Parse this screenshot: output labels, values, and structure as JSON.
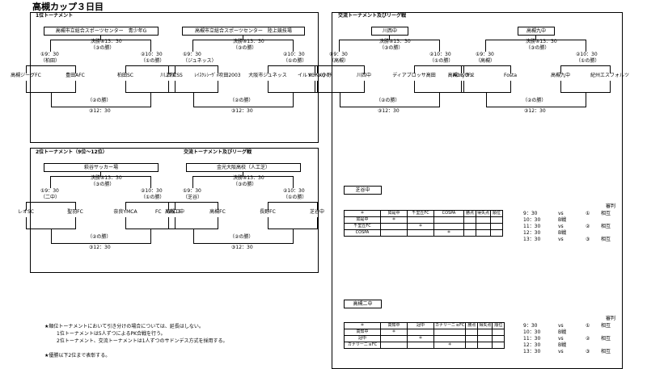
{
  "title": "高槻カップ３日目",
  "t1": {
    "heading": "1位トーナメント",
    "left": {
      "venue": "高槻市立総合スポーツセンター　青少年G",
      "final": "決勝④13：30",
      "final_sub": "（③の勝）",
      "m1_time": "①9：30",
      "m1_field": "（柏田）",
      "m2_time": "②10：30",
      "m2_field": "（①の勝）",
      "teams": [
        "高槻ジーグFC",
        "豊田AFC",
        "柏田SC",
        "西宮SS"
      ],
      "m3": "（②の勝）",
      "m3_time": "③12：30"
    },
    "right": {
      "venue": "高槻市立総合スポーツセンター　陸上競技場",
      "final": "決勝④13：30",
      "final_sub": "（③の勝）",
      "m1_time": "①9：30",
      "m1_field": "（ジュネッス）",
      "m2_time": "②10：30",
      "m2_field": "（①の勝）",
      "teams": [
        "川上FC",
        "ﾚｲｽｸﾚｼｰｳﾞｫ吹田2003",
        "大阪市ジュネッス",
        "KONKO"
      ],
      "m3": "（②の勝）",
      "m3_time": "③12：30"
    }
  },
  "t2": {
    "heading": "2位トーナメント（9位〜12位）",
    "heading2": "交流トーナメント及びリーグ戦",
    "left": {
      "venue": "萩谷サッカー場",
      "final": "決勝④13：30",
      "final_sub": "（③の勝）",
      "m1_time": "①9：30",
      "m1_field": "（二中）",
      "m2_time": "②10：30",
      "m2_field": "（①の勝）",
      "teams": [
        "レオSC",
        "聖羽FC",
        "奈良YMCA",
        "高槻二中"
      ],
      "m3": "（②の勝）",
      "m3_time": "③12：30"
    },
    "right": {
      "venue": "金光大阪高校（人工芝）",
      "final": "決勝④13：30",
      "final_sub": "（③の勝）",
      "m1_time": "①9：30",
      "m1_field": "（芝谷）",
      "m2_time": "②10：30",
      "m2_field": "（①の勝）",
      "teams": [
        "FC　LESTE",
        "高槻FC",
        "長野FC",
        "芝谷中"
      ],
      "m3": "（②の勝）",
      "m3_time": "③12：30"
    }
  },
  "t3": {
    "heading": "交流トーナメント及びリーグ戦",
    "left": {
      "venue": "川西中",
      "final": "決勝④13：30",
      "final_sub": "（③の勝）",
      "m1_time": "①9：30",
      "m1_field": "（高槻）",
      "m2_time": "②10：30",
      "m2_field": "（①の勝）",
      "teams": [
        "イルソーレ小野",
        "川西中",
        "ディアブロッサ高田",
        "ACミラン"
      ],
      "m3": "（②の勝）",
      "m3_time": "③12：30"
    },
    "right": {
      "venue": "高槻九中",
      "final": "決勝④13：30",
      "final_sub": "（③の勝）",
      "m1_time": "①9：30",
      "m1_field": "（高槻）",
      "m2_time": "②10：30",
      "m2_field": "（①の勝）",
      "teams": [
        "高槻mydFC",
        "Fosta",
        "高槻九中",
        "紀州エスフォルツ"
      ],
      "m3": "（②の勝）",
      "m3_time": "③12：30"
    }
  },
  "league1": {
    "venue": "芝谷中",
    "headers": [
      "＊",
      "如是中",
      "千里丘FC",
      "COSPA",
      "勝点",
      "得失点",
      "順位"
    ],
    "rows": [
      [
        "如是中",
        "＊",
        "",
        "",
        "",
        "",
        ""
      ],
      [
        "千里丘FC",
        "",
        "＊",
        "",
        "",
        "",
        ""
      ],
      [
        "COSPA",
        "",
        "",
        "＊",
        "",
        "",
        ""
      ]
    ],
    "ref_header": "審判",
    "schedule": [
      {
        "time": "9：30",
        "vs": "vs",
        "num": "①",
        "ref": "相互"
      },
      {
        "time": "10：30",
        "vs": "B戦",
        "num": "",
        "ref": ""
      },
      {
        "time": "11：30",
        "vs": "vs",
        "num": "②",
        "ref": "相互"
      },
      {
        "time": "12：30",
        "vs": "B戦",
        "num": "",
        "ref": ""
      },
      {
        "time": "13：30",
        "vs": "vs",
        "num": "③",
        "ref": "相互"
      }
    ]
  },
  "league2": {
    "venue": "高槻二中",
    "headers": [
      "＊",
      "高知中",
      "冠中",
      "カナリーニョFC",
      "勝点",
      "得失点",
      "順位"
    ],
    "rows": [
      [
        "高知中",
        "＊",
        "",
        "",
        "",
        "",
        ""
      ],
      [
        "冠中",
        "",
        "＊",
        "",
        "",
        "",
        ""
      ],
      [
        "カナリーニョFC",
        "",
        "",
        "＊",
        "",
        "",
        ""
      ]
    ],
    "ref_header": "審判",
    "schedule": [
      {
        "time": "9：30",
        "vs": "vs",
        "num": "①",
        "ref": "相互"
      },
      {
        "time": "10：30",
        "vs": "B戦",
        "num": "",
        "ref": ""
      },
      {
        "time": "11：30",
        "vs": "vs",
        "num": "②",
        "ref": "相互"
      },
      {
        "time": "12：30",
        "vs": "B戦",
        "num": "",
        "ref": ""
      },
      {
        "time": "13：30",
        "vs": "vs",
        "num": "③",
        "ref": "相互"
      }
    ]
  },
  "notes": [
    "★順位トーナメントにおいて引き分けの場合については、延長はしない。",
    "1位トーナメントは5人ずつによるPK合戦を行う。",
    "2位トーナメント、交流トーナメントは1人ずつのサドンデス方式を採用する。",
    "★優勝以下2位まで表彰する。"
  ]
}
